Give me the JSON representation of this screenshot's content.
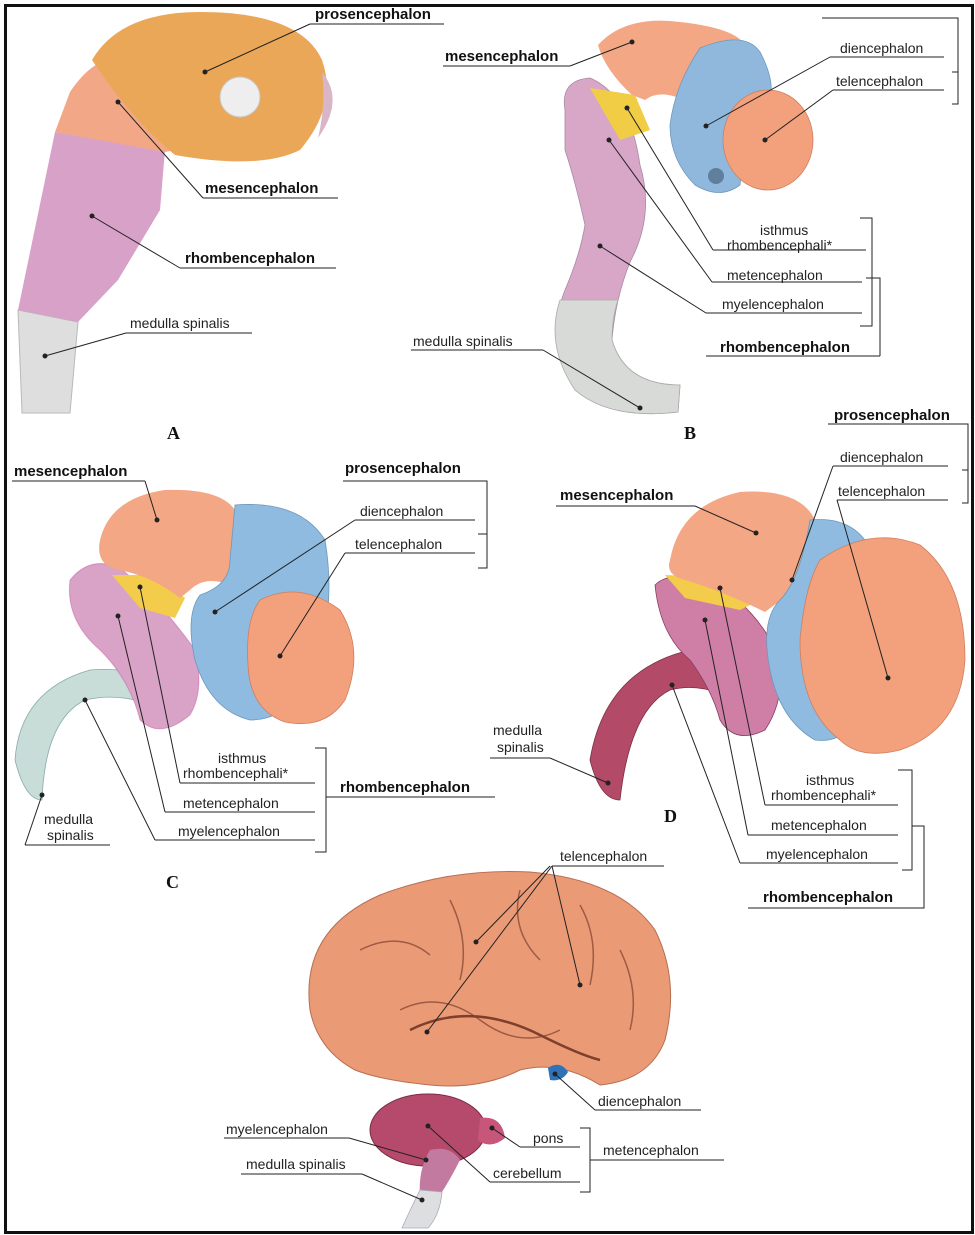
{
  "colors": {
    "prosencephalon": "#e9a55a",
    "mesencephalon": "#f3a883",
    "rhombencephalon": "#d9a3c6",
    "diencephalon": "#8fb8dc",
    "telencephalon": "#f3a07c",
    "isthmus": "#f2cc4a",
    "spinal": "#dcdcdc",
    "cerebellum": "#b64a6c",
    "brain": "#e99a76"
  },
  "panels": {
    "a": {
      "letter": "A",
      "prosencephalon": "prosencephalon",
      "mesencephalon": "mesencephalon",
      "rhombencephalon": "rhombencephalon",
      "medulla_spinalis": "medulla spinalis"
    },
    "b": {
      "letter": "B",
      "mesencephalon": "mesencephalon",
      "diencephalon": "diencephalon",
      "telencephalon": "telencephalon",
      "isthmus_1": "isthmus",
      "isthmus_2": "rhombencephali*",
      "metencephalon": "metencephalon",
      "myelencephalon": "myelencephalon",
      "rhombencephalon": "rhombencephalon",
      "medulla_spinalis": "medulla spinalis"
    },
    "c": {
      "letter": "C",
      "mesencephalon": "mesencephalon",
      "prosencephalon": "prosencephalon",
      "diencephalon": "diencephalon",
      "telencephalon": "telencephalon",
      "isthmus_1": "isthmus",
      "isthmus_2": "rhombencephali*",
      "metencephalon": "metencephalon",
      "myelencephalon": "myelencephalon",
      "rhombencephalon": "rhombencephalon",
      "medulla_1": "medulla",
      "medulla_2": "spinalis"
    },
    "d": {
      "letter": "D",
      "prosencephalon": "prosencephalon",
      "mesencephalon": "mesencephalon",
      "diencephalon": "diencephalon",
      "telencephalon": "telencephalon",
      "medulla_1": "medulla",
      "medulla_2": "spinalis",
      "isthmus_1": "isthmus",
      "isthmus_2": "rhombencephali*",
      "metencephalon": "metencephalon",
      "myelencephalon": "myelencephalon",
      "rhombencephalon": "rhombencephalon"
    },
    "e": {
      "telencephalon": "telencephalon",
      "diencephalon": "diencephalon",
      "myelencephalon": "myelencephalon",
      "medulla_spinalis": "medulla spinalis",
      "pons": "pons",
      "cerebellum": "cerebellum",
      "metencephalon": "metencephalon"
    }
  }
}
